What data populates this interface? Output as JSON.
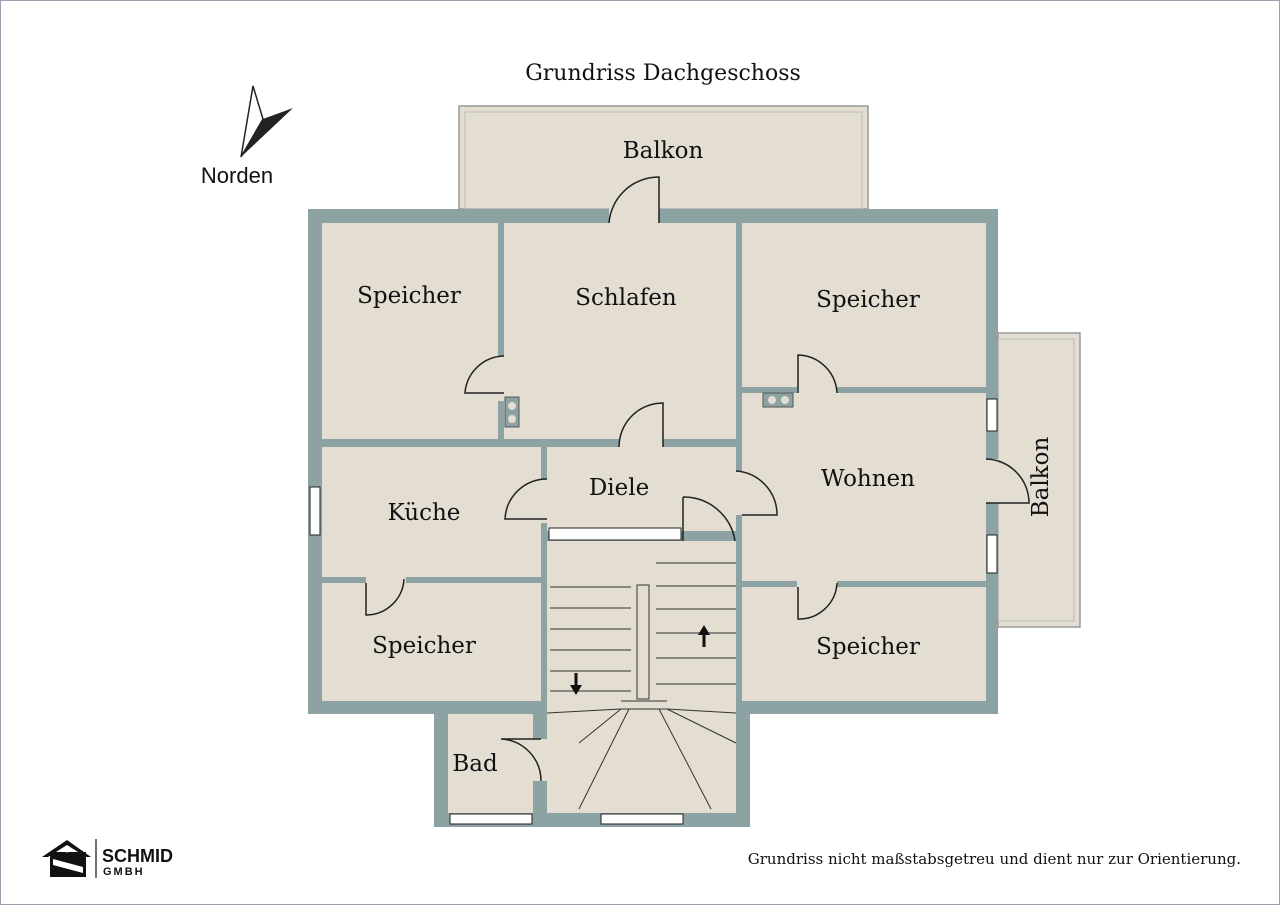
{
  "title": "Grundriss Dachgeschoss",
  "compass": {
    "label": "Norden",
    "icon": "north-arrow-icon"
  },
  "rooms": {
    "balkon_top": "Balkon",
    "balkon_right": "Balkon",
    "speicher_tl": "Speicher",
    "schlafen": "Schlafen",
    "speicher_tr": "Speicher",
    "wohnen": "Wohnen",
    "kueche": "Küche",
    "diele": "Diele",
    "speicher_bl": "Speicher",
    "speicher_br": "Speicher",
    "bad": "Bad"
  },
  "logo": {
    "name": "SCHMID",
    "sub": "GMBH"
  },
  "disclaimer": "Grundriss nicht maßstabsgetreu und dient nur zur Orientierung.",
  "colors": {
    "wall": "#8da3a3",
    "floor": "#e3ddd2",
    "text": "#111111"
  }
}
